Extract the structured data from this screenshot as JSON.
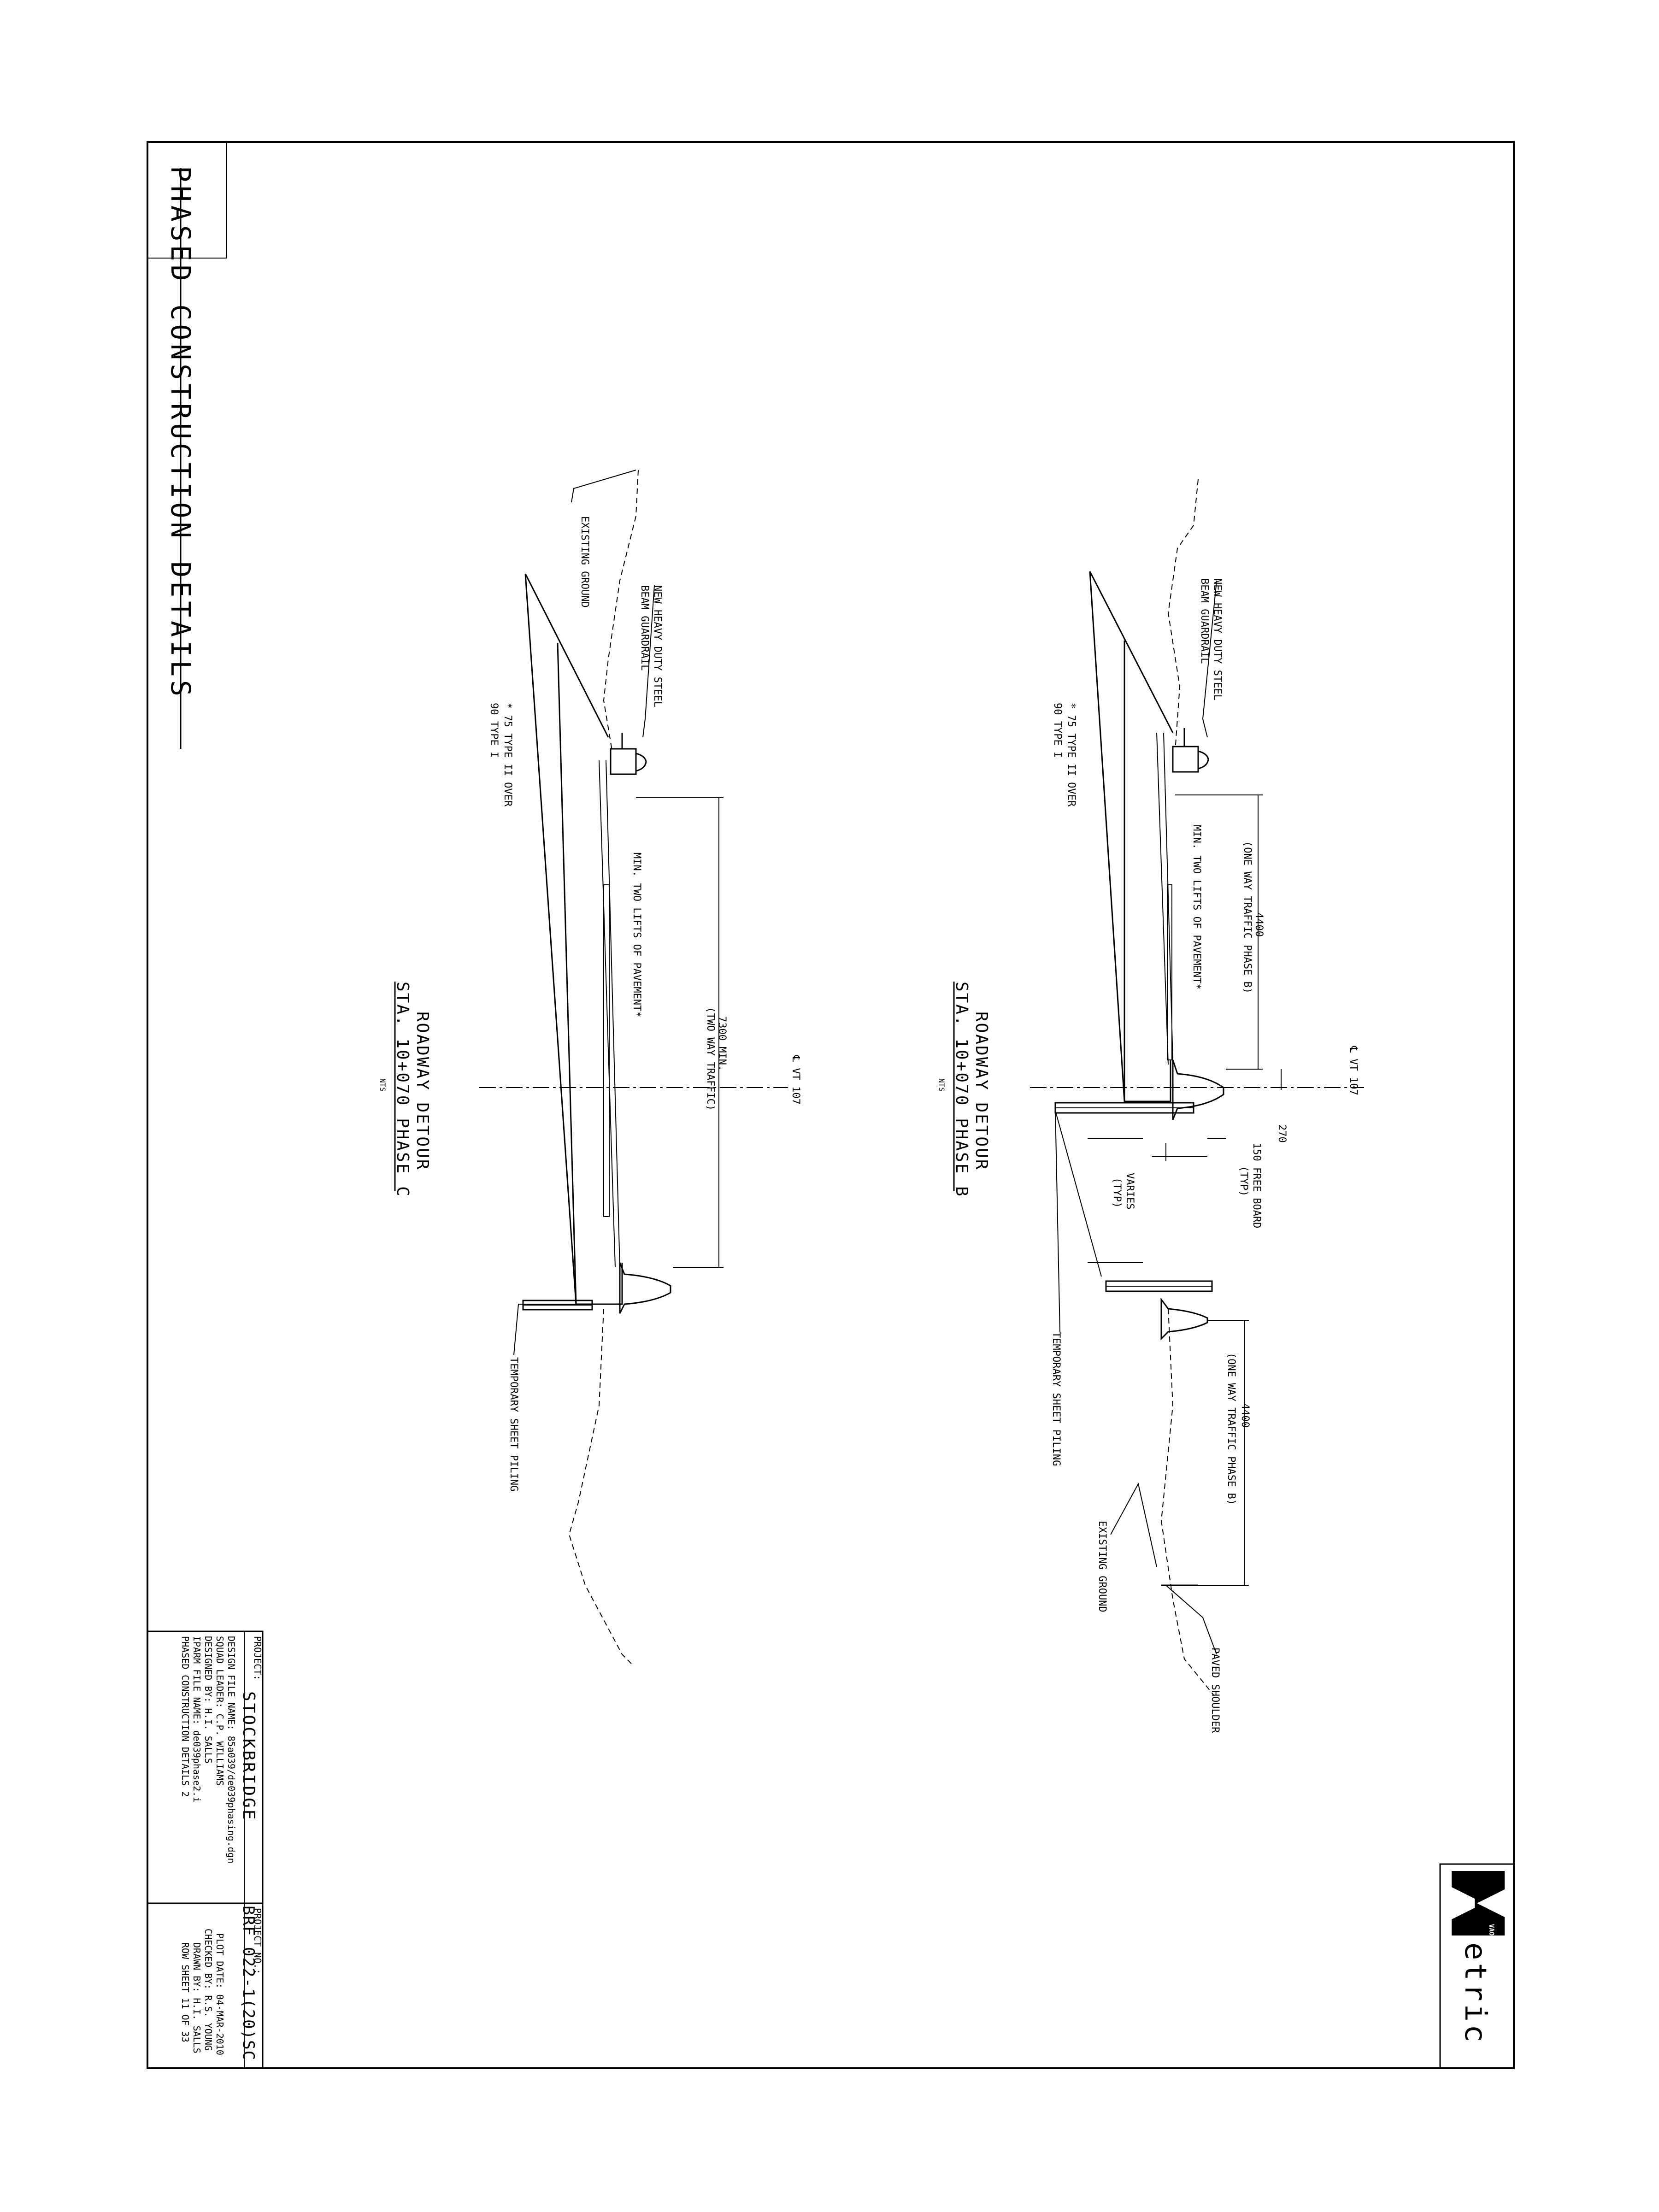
{
  "sheet": {
    "title": "PHASED CONSTRUCTION DETAILS"
  },
  "details": [
    {
      "title_line1": "ROADWAY DETOUR",
      "title_line2": "STA. 10+070 PHASE B",
      "scale": "NTS",
      "centerline": "℄ VT 107",
      "labels": {
        "guardrail_line1": "NEW HEAVY DUTY STEEL",
        "guardrail_line2": "BEAM GUARDRAIL",
        "pavement_note_line1": "* 75 TYPE II OVER",
        "pavement_note_line2": "90 TYPE I",
        "lifts": "MIN. TWO LIFTS OF PAVEMENT*",
        "lane_left_value": "4400",
        "lane_left_note": "(ONE WAY TRAFFIC PHASE B)",
        "offset": "270",
        "freeboard_line1": "150 FREE BOARD",
        "freeboard_line2": "(TYP)",
        "varies_line1": "VARIES",
        "varies_line2": "(TYP)",
        "lane_right_value": "4400",
        "lane_right_note": "(ONE WAY TRAFFIC PHASE B)",
        "sheet_piling": "TEMPORARY SHEET PILING",
        "existing_ground": "EXISTING GROUND",
        "paved_shoulder": "PAVED SHOULDER"
      }
    },
    {
      "title_line1": "ROADWAY DETOUR",
      "title_line2": "STA. 10+070 PHASE C",
      "scale": "NTS",
      "centerline": "℄ VT 107",
      "labels": {
        "existing_ground": "EXISTING GROUND",
        "guardrail_line1": "NEW HEAVY DUTY STEEL",
        "guardrail_line2": "BEAM GUARDRAIL",
        "pavement_note_line1": "* 75 TYPE II OVER",
        "pavement_note_line2": "90 TYPE I",
        "lifts": "MIN. TWO LIFTS OF PAVEMENT*",
        "width_value": "7300 MIN.",
        "width_note": "(TWO WAY TRAFFIC)",
        "sheet_piling": "TEMPORARY SHEET PILING"
      }
    }
  ],
  "title_block": {
    "project_label": "PROJECT:",
    "project_name": "STOCKBRIDGE",
    "project_no_label": "PROJECT NO.:",
    "project_no": "BRF 022-1(20)SC",
    "design_file": "DESIGN FILE NAME: 85a039/de039phasing.dgn",
    "squad_leader": "SQUAD LEADER: C.P. WILLIAMS",
    "designed_by": "DESIGNED BY: H.I. SALLS",
    "iparm_file": "IPARM FILE NAME: de039phase2.i",
    "sheet_desc": "PHASED CONSTRUCTION DETAILS 2",
    "plot_date": "PLOT DATE: 04-MAR-2010",
    "checked_by": "CHECKED BY: R.S. YOUNG",
    "drawn_by": "DRAWN BY: H.I. SALLS",
    "sheet_no": "ROW SHEET 11 OF 33"
  },
  "logo": {
    "badge": "VAOT",
    "word": "etric"
  }
}
